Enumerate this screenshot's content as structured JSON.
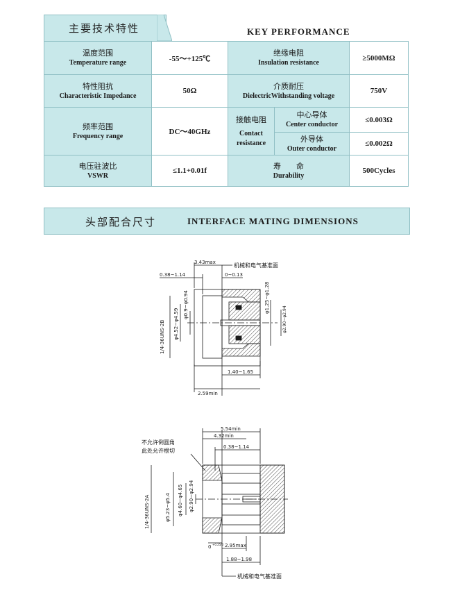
{
  "section1": {
    "cn_title": "主要技术特性",
    "en_title": "KEY PERFORMANCE"
  },
  "table": {
    "temp_cn": "温度范围",
    "temp_en": "Temperature range",
    "temp_val": "-55～+125℃",
    "ins_cn": "绝缘电阻",
    "ins_en": "Insulation resistance",
    "ins_val": "≥5000MΩ",
    "imp_cn": "特性阻抗",
    "imp_en": "Characteristic Impedance",
    "imp_val": "50Ω",
    "die_cn": "介质耐压",
    "die_en": "DielectricWithstanding voltage",
    "die_val": "750V",
    "freq_cn": "频率范围",
    "freq_en": "Frequency   range",
    "freq_val": "DC～40GHz",
    "contact_cn": "接触电阻",
    "contact_en1": "Contact",
    "contact_en2": "resistance",
    "center_cn": "中心导体",
    "center_en": "Center conductor",
    "center_val": "≤0.003Ω",
    "outer_cn": "外导体",
    "outer_en": "Outer conductor",
    "outer_val": "≤0.002Ω",
    "vswr_cn": "电压驻波比",
    "vswr_en": "VSWR",
    "vswr_val": "≤1.1+0.01f",
    "dur_cn": "寿　　命",
    "dur_en": "Durability",
    "dur_val": "500Cycles"
  },
  "section2": {
    "cn_title": "头部配合尺寸",
    "en_title": "INTERFACE MATING DIMENSIONS"
  },
  "drawing1": {
    "d_343": "3.43max",
    "ref_plane": "机械和电气基准面",
    "d_038": "0.38~1.14",
    "d_0013": "0~0.13",
    "d_thread": "1/4-36UNS-2B",
    "d_452": "φ4.52~φ4.59",
    "d_090": "φ0.9~φ0.94",
    "d_125": "φ1.25~φ1.28",
    "d_290": "φ2.90~φ2.94",
    "d_140": "1.40~1.65",
    "d_259": "2.59min"
  },
  "drawing2": {
    "d_554": "5.54min",
    "d_432": "4.32min",
    "d_038": "0.38~1.14",
    "note1": "不允许倒圆角",
    "note2": "此处允许根切",
    "d_thread": "1/4-36UNS-2A",
    "d_523": "φ5.23~φ5.4",
    "d_460": "φ4.60~φ4.65",
    "d_290": "φ2.90~φ2.94",
    "d_0": "0",
    "d_0tol": "+0.25/0",
    "d_295": "2.95max",
    "d_188": "1.88~1.98",
    "ref_plane": "机械和电气基准面"
  }
}
